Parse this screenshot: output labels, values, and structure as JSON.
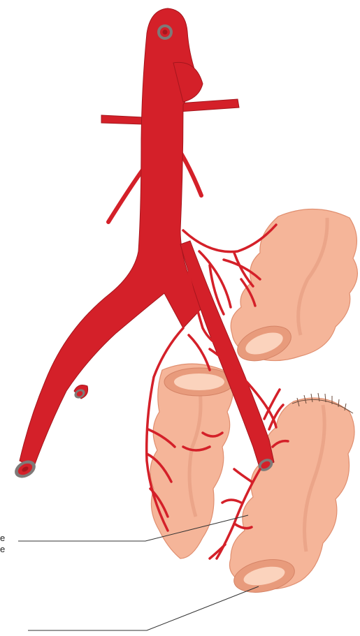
{
  "figure": {
    "labels": {
      "clipped_line_1": "e",
      "clipped_line_2": "e"
    },
    "colors": {
      "artery": "#d42029",
      "artery_dark": "#a5161d",
      "colon": "#f5b599",
      "colon_light": "#fbd3bd",
      "colon_dark": "#e08f70",
      "leader_line": "#333333"
    },
    "parts": [
      "aorta",
      "left-common-iliac-artery",
      "right-common-iliac-branch",
      "renal-arteries",
      "superior-mesenteric-branch",
      "inferior-mesenteric-artery",
      "upper-colon-segment",
      "middle-colon-segment",
      "lower-colon-segment",
      "anastomosis-sutures"
    ]
  }
}
